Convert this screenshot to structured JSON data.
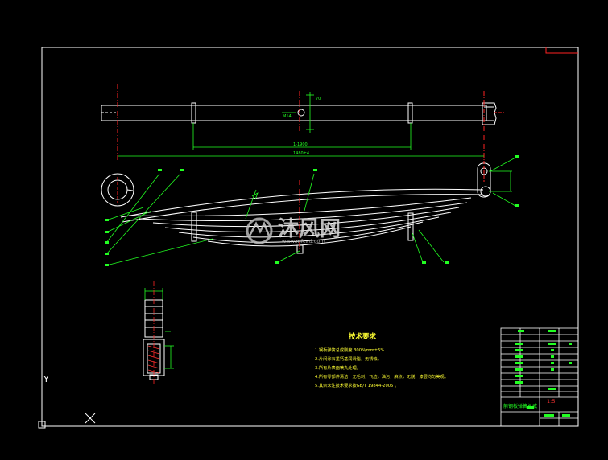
{
  "drawing": {
    "dimension_text": {
      "overall_length": "1480±4",
      "clamp_length": "1-1900",
      "leaf_width": "70",
      "center_bolt": "M14"
    },
    "tech_requirements": {
      "title": "技术要求",
      "items": [
        "1.钢板弹簧总成刚度 300N/mm±5%",
        "2.片间涂石墨钙基润滑脂，无锈蚀。",
        "3.所有片表面喷丸处理。",
        "4.所有零部件清洁，无毛刺，飞边，油污，麻点，无脱，漆层均匀美观。",
        "5.其余未注技术要求按GB/T 19844-2005 。"
      ]
    },
    "title_block": {
      "drawing_name": "前钢板弹簧总成",
      "code": "1:5"
    },
    "watermark": {
      "brand": "沐风网",
      "url": "www.mfcad.com"
    },
    "axis_label": "Y",
    "colors": {
      "background": "#000000",
      "frame": "#ffffff",
      "geometry": "#ffffff",
      "annotation": "#22ff22",
      "centerline": "#ff2222",
      "requirements": "#ffff33",
      "watermark": "#d9d9d9"
    }
  }
}
